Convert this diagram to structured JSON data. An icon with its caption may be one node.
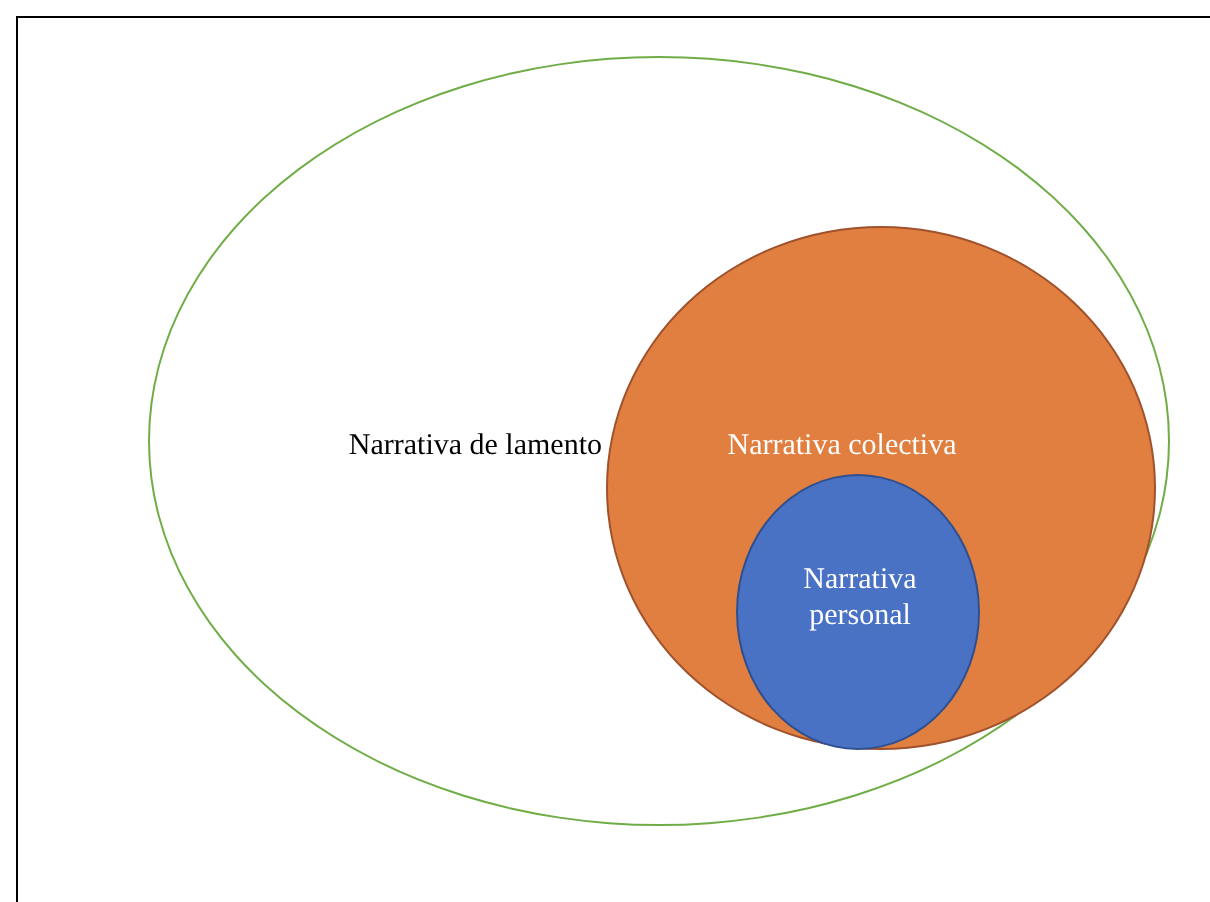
{
  "diagram": {
    "nodes": [
      {
        "text": [
          "Narrativa de lamento"
        ]
      },
      {
        "text": [
          "Narrativa colectiva"
        ],
        "in": 0
      },
      {
        "text": [
          "Narrativa personal"
        ],
        "in": 1
      }
    ]
  }
}
